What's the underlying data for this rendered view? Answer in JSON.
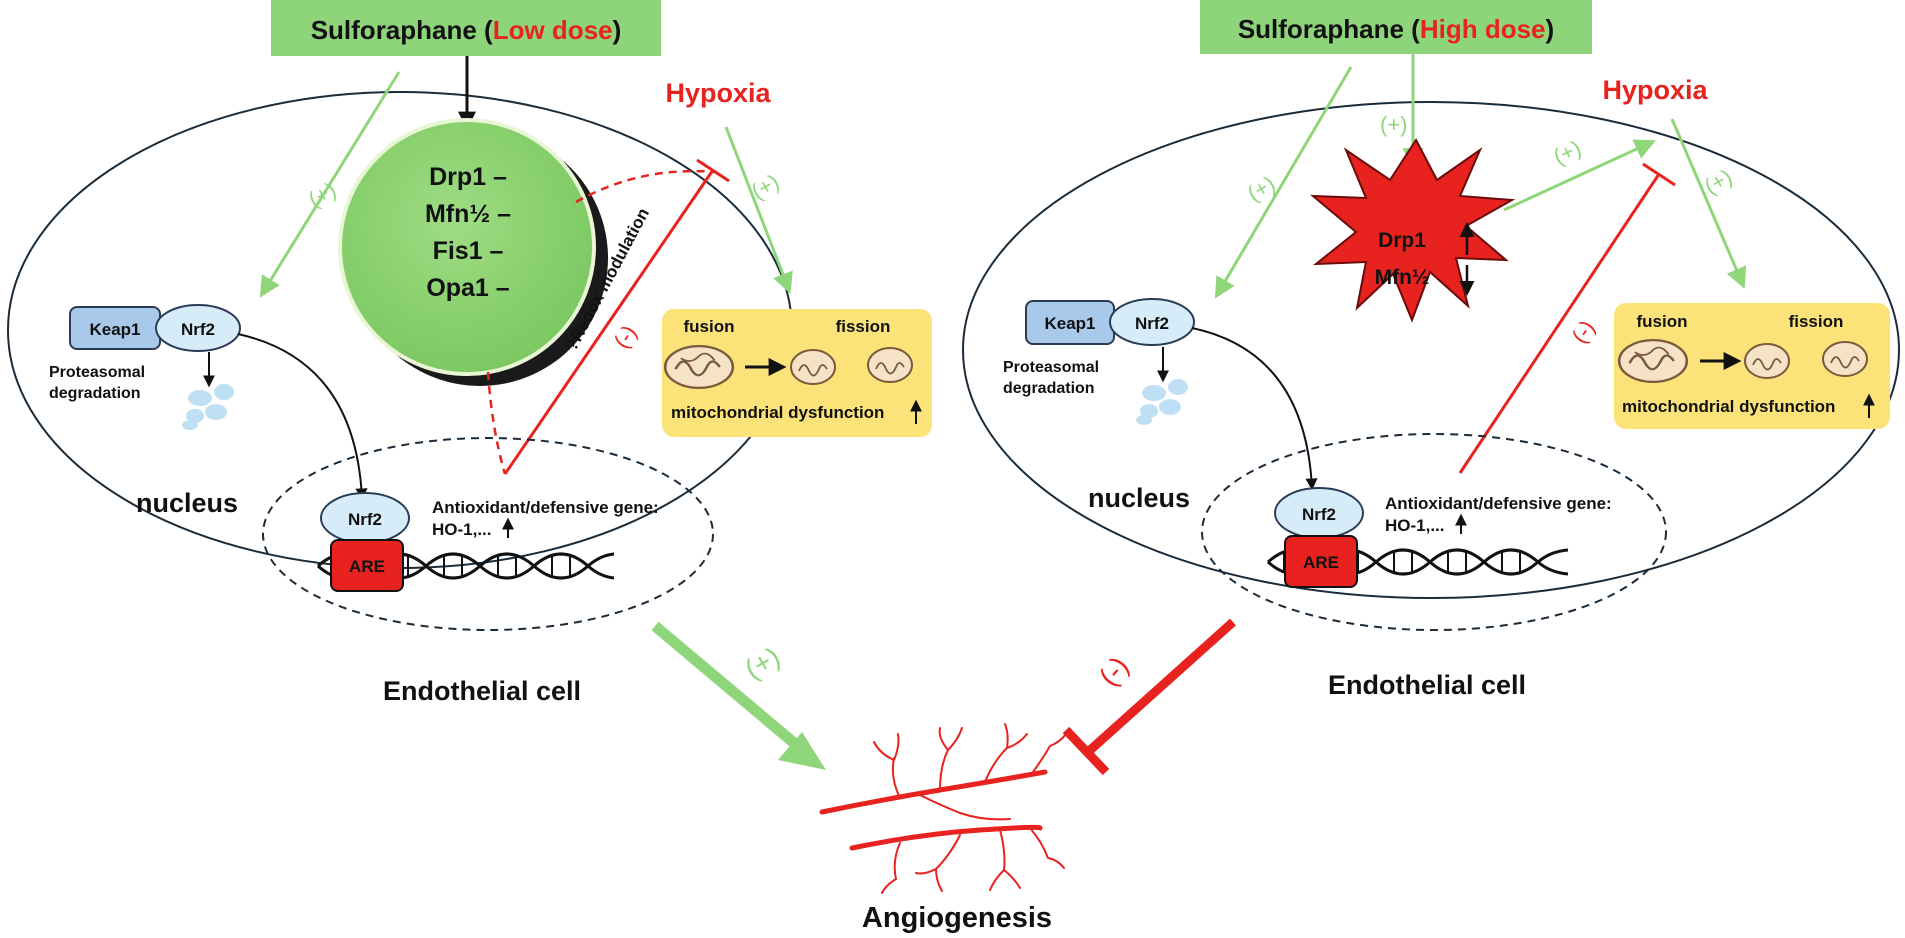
{
  "left_panel": {
    "title_prefix": "Sulforaphane (",
    "title_dose": "Low dose",
    "title_suffix": ")",
    "hypoxia": "Hypoxia",
    "plus": "(+)",
    "minus": "(-)",
    "circle_lines": [
      "Drp1 –",
      "Mfn½ –",
      "Fis1 –",
      "Opa1 –"
    ],
    "redox": "?Redox modulation",
    "keap1": "Keap1",
    "nrf2": "Nrf2",
    "proteasomal_1": "Proteasomal",
    "proteasomal_2": "degradation",
    "nucleus": "nucleus",
    "nrf2_nucleus": "Nrf2",
    "are": "ARE",
    "gene_1": "Antioxidant/defensive gene:",
    "gene_2": "HO-1,...",
    "mito_fusion": "fusion",
    "mito_fission": "fission",
    "mito_dysfunction": "mitochondrial dysfunction",
    "cell_label": "Endothelial cell"
  },
  "right_panel": {
    "title_prefix": "Sulforaphane (",
    "title_dose": "High dose",
    "title_suffix": ")",
    "hypoxia": "Hypoxia",
    "plus": "(+)",
    "minus": "(-)",
    "star_line1": "Drp1",
    "star_line2": "Mfn½",
    "keap1": "Keap1",
    "nrf2": "Nrf2",
    "proteasomal_1": "Proteasomal",
    "proteasomal_2": "degradation",
    "nucleus": "nucleus",
    "nrf2_nucleus": "Nrf2",
    "are": "ARE",
    "gene_1": "Antioxidant/defensive gene:",
    "gene_2": "HO-1,...",
    "mito_fusion": "fusion",
    "mito_fission": "fission",
    "mito_dysfunction": "mitochondrial dysfunction",
    "cell_label": "Endothelial cell"
  },
  "outcome": {
    "label": "Angiogenesis",
    "plus": "(+)",
    "minus": "(-)"
  },
  "colors": {
    "green_box": "#8ed47a",
    "green_arrow": "#8fd67b",
    "red": "#e8231f",
    "yellow_box": "#fbe37a",
    "nrf2_fill": "#d6ecf8",
    "keap1_fill": "#a9c9ea"
  }
}
